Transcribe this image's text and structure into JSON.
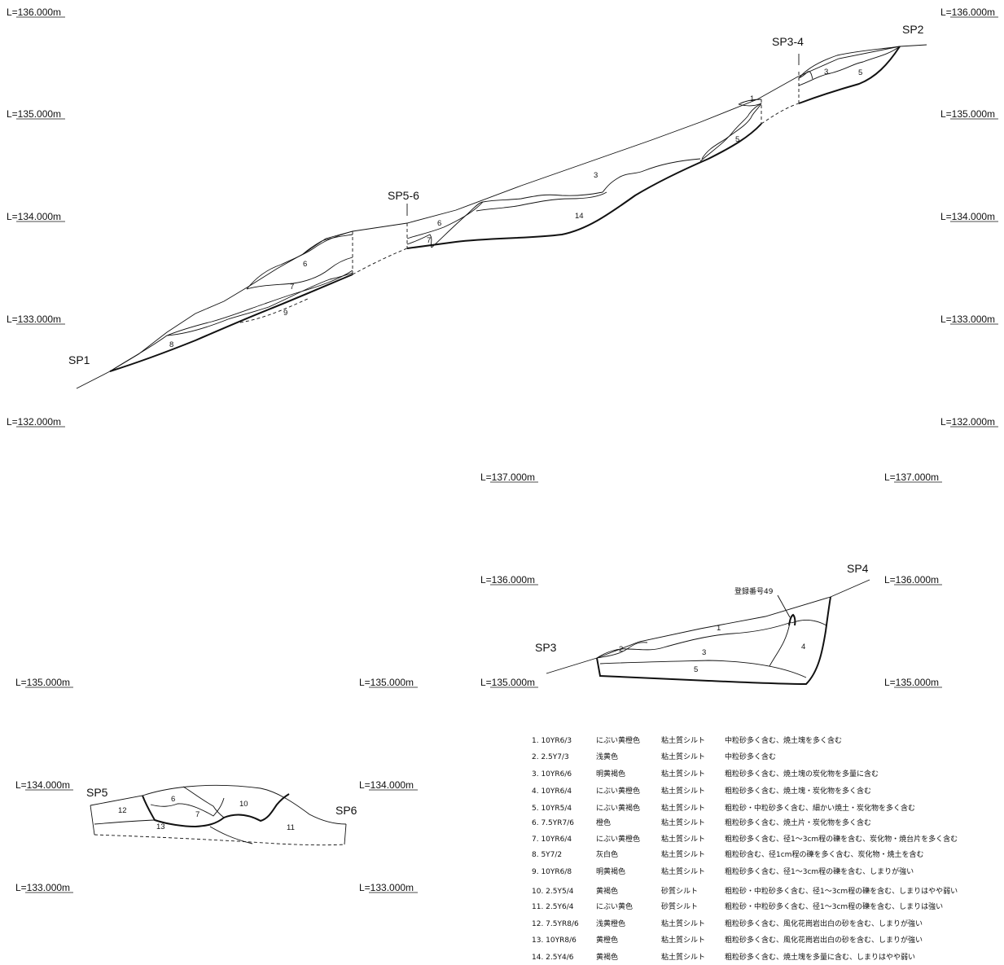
{
  "level_labels": {
    "s1_r136": "L=136.000m",
    "s1_l136": "L=136.000m",
    "s1_l135": "L=135.000m",
    "s1_r135": "L=135.000m",
    "s1_l134": "L=134.000m",
    "s1_r134": "L=134.000m",
    "s1_l133": "L=133.000m",
    "s1_r133": "L=133.000m",
    "s1_l132": "L=132.000m",
    "s1_r132": "L=132.000m",
    "s3_l137": "L=137.000m",
    "s3_r137": "L=137.000m",
    "s3_l136": "L=136.000m",
    "s3_r136": "L=136.000m",
    "s3_l135": "L=135.000m",
    "s3_r135": "L=135.000m",
    "s5_l135": "L=135.000m",
    "s5_r135": "L=135.000m",
    "s5_l134": "L=134.000m",
    "s5_r134": "L=134.000m",
    "s5_l133": "L=133.000m",
    "s5_r133": "L=133.000m"
  },
  "points": {
    "sp1": "SP1",
    "sp2": "SP2",
    "sp3_4": "SP3-4",
    "sp5_6": "SP5-6",
    "sp3": "SP3",
    "sp4": "SP4",
    "sp5": "SP5",
    "sp6": "SP6"
  },
  "annotation": "登録番号49",
  "section1_layers": {
    "l1": "1",
    "l3a": "3",
    "l5a": "5",
    "l3b": "3",
    "l5b": "5",
    "l14": "14",
    "l6a": "6",
    "l7a": "7",
    "l6b": "6",
    "l7b": "7",
    "l9": "9",
    "l8": "8"
  },
  "section2_layers": {
    "l1": "1",
    "l2": "2",
    "l3": "3",
    "l4": "4",
    "l5": "5"
  },
  "section3_layers": {
    "l6": "6",
    "l10": "10",
    "l12": "12",
    "l7": "7",
    "l13": "13",
    "l11": "11"
  },
  "legend": [
    {
      "no": "1. 10YR6/3",
      "color": "にぶい黄橙色",
      "soil": "粘土質シルト",
      "desc": "中粒砂多く含む、焼土塊を多く含む"
    },
    {
      "no": "2. 2.5Y7/3",
      "color": "浅黄色",
      "soil": "粘土質シルト",
      "desc": "中粒砂多く含む"
    },
    {
      "no": "3. 10YR6/6",
      "color": "明黄褐色",
      "soil": "粘土質シルト",
      "desc": "粗粒砂多く含む、焼土塊の炭化物を多量に含む"
    },
    {
      "no": "4. 10YR6/4",
      "color": "にぶい黄橙色",
      "soil": "粘土質シルト",
      "desc": "粗粒砂多く含む、焼土塊・炭化物を多く含む"
    },
    {
      "no": "5. 10YR5/4",
      "color": "にぶい黄褐色",
      "soil": "粘土質シルト",
      "desc": "粗粒砂・中粒砂多く含む、細かい焼土・炭化物を多く含む"
    },
    {
      "no": "6. 7.5YR7/6",
      "color": "橙色",
      "soil": "粘土質シルト",
      "desc": "粗粒砂多く含む、焼土片・炭化物を多く含む"
    },
    {
      "no": "7. 10YR6/4",
      "color": "にぶい黄橙色",
      "soil": "粘土質シルト",
      "desc": "粗粒砂多く含む、径1～3cm程の礫を含む、炭化物・焼台片を多く含む"
    },
    {
      "no": "8. 5Y7/2",
      "color": "灰白色",
      "soil": "粘土質シルト",
      "desc": "粗粒砂含む、径1cm程の礫を多く含む、炭化物・焼土を含む"
    },
    {
      "no": "9. 10YR6/8",
      "color": "明黄褐色",
      "soil": "粘土質シルト",
      "desc": "粗粒砂多く含む、径1～3cm程の礫を含む、しまりが強い"
    },
    {
      "no": "10. 2.5Y5/4",
      "color": "黄褐色",
      "soil": "砂質シルト",
      "desc": "粗粒砂・中粒砂多く含む、径1～3cm程の礫を含む、しまりはやや弱い"
    },
    {
      "no": "11. 2.5Y6/4",
      "color": "にぶい黄色",
      "soil": "砂質シルト",
      "desc": "粗粒砂・中粒砂多く含む、径1～3cm程の礫を含む、しまりは強い"
    },
    {
      "no": "12. 7.5YR8/6",
      "color": "浅黄橙色",
      "soil": "粘土質シルト",
      "desc": "粗粒砂多く含む、風化花崗岩出白の砂を含む、しまりが強い"
    },
    {
      "no": "13. 10YR8/6",
      "color": "黄橙色",
      "soil": "粘土質シルト",
      "desc": "粗粒砂多く含む、風化花崗岩出白の砂を含む、しまりが強い"
    },
    {
      "no": "14. 2.5Y4/6",
      "color": "黄褐色",
      "soil": "粘土質シルト",
      "desc": "粗粒砂多く含む、焼土塊を多量に含む、しまりはやや弱い"
    }
  ]
}
